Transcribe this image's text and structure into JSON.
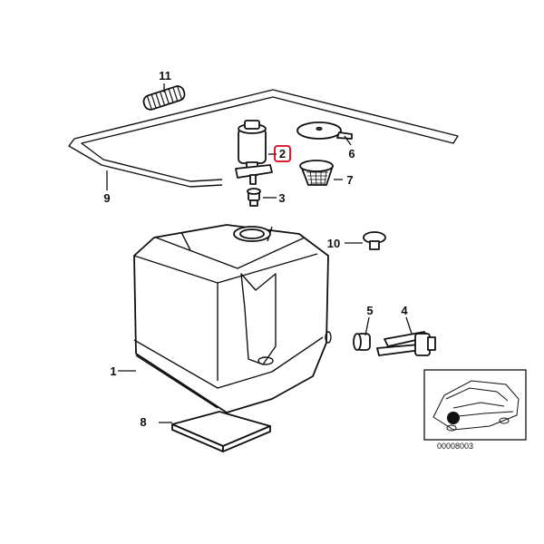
{
  "diagram": {
    "parts": [
      {
        "label": "1"
      },
      {
        "label": "2",
        "highlighted": true
      },
      {
        "label": "3"
      },
      {
        "label": "4"
      },
      {
        "label": "5"
      },
      {
        "label": "6"
      },
      {
        "label": "7"
      },
      {
        "label": "8"
      },
      {
        "label": "9"
      },
      {
        "label": "10"
      },
      {
        "label": "11"
      }
    ],
    "inset": {
      "code": "00008003"
    },
    "highlight_color": "#d9001b"
  }
}
